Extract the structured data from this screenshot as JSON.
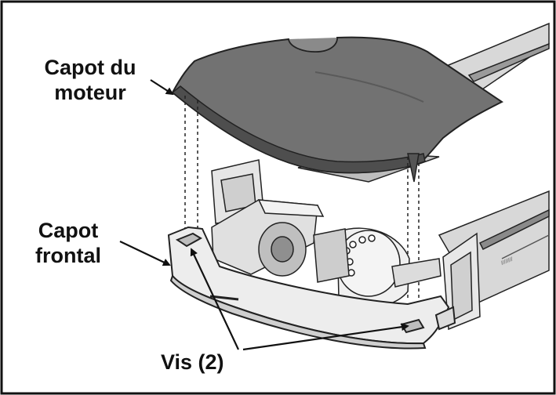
{
  "labels": {
    "motor_cover_line1": "Capot du",
    "motor_cover_line2": "moteur",
    "front_cover_line1": "Capot",
    "front_cover_line2": "frontal",
    "screws": "Vis (2)"
  },
  "colors": {
    "border": "#111111",
    "motor_cover": "#6e6e6e",
    "motor_cover_dark": "#4a4a4a",
    "line_art": "#1a1a1a",
    "background": "#ffffff"
  }
}
